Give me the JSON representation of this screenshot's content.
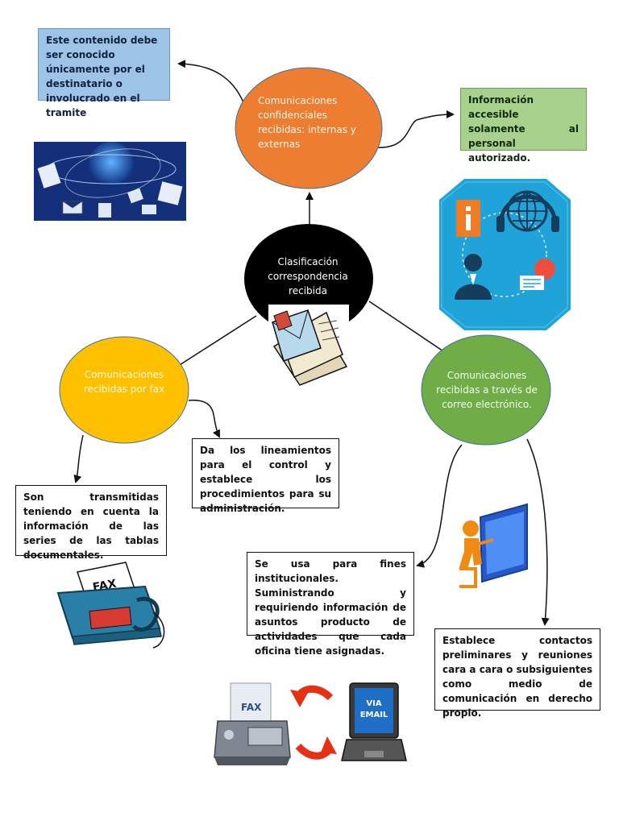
{
  "center": {
    "label": "Clasificación correspondencia recibida"
  },
  "nodes": {
    "confidential": {
      "label": "Comunicaciones confidenciales recibidas: internas y externas",
      "color": "#ed7d31"
    },
    "fax": {
      "label": "Comunicaciones recibidas por fax",
      "color": "#ffc000"
    },
    "email": {
      "label": "Comunicaciones recibidas a través de correo electrónico.",
      "color": "#70ad47"
    }
  },
  "notes": {
    "confidential_left": "Este contenido debe ser conocido únicamente por el destinatario o involucrado en el tramite",
    "confidential_right": "Información accesible solamente al personal autorizado.",
    "fax_right": "Da los lineamientos para el control y establece los procedimientos para su administración.",
    "fax_left": "Son transmitidas teniendo en cuenta la información de las series de las tablas documentales.",
    "email_left": "Se usa para fines institucionales. Suministrando y requiriendo información de asuntos producto de actividades que cada oficina tiene asignadas.",
    "email_right": "Establece contactos preliminares y reuniones cara a cara o subsiguientes como medio de comunicación en derecho propio."
  },
  "illustrations": {
    "fax_machine": "FAX",
    "fax_bottom": "FAX",
    "laptop_line1": "VIA",
    "laptop_line2": "EMAIL"
  },
  "colors": {
    "center": "#000000",
    "note_blue": "#9dc3e6",
    "note_green": "#a9d18e",
    "network_bg": "#1a3a8c",
    "hexagon": "#1fa3d8",
    "red_arrow": "#e53012"
  }
}
